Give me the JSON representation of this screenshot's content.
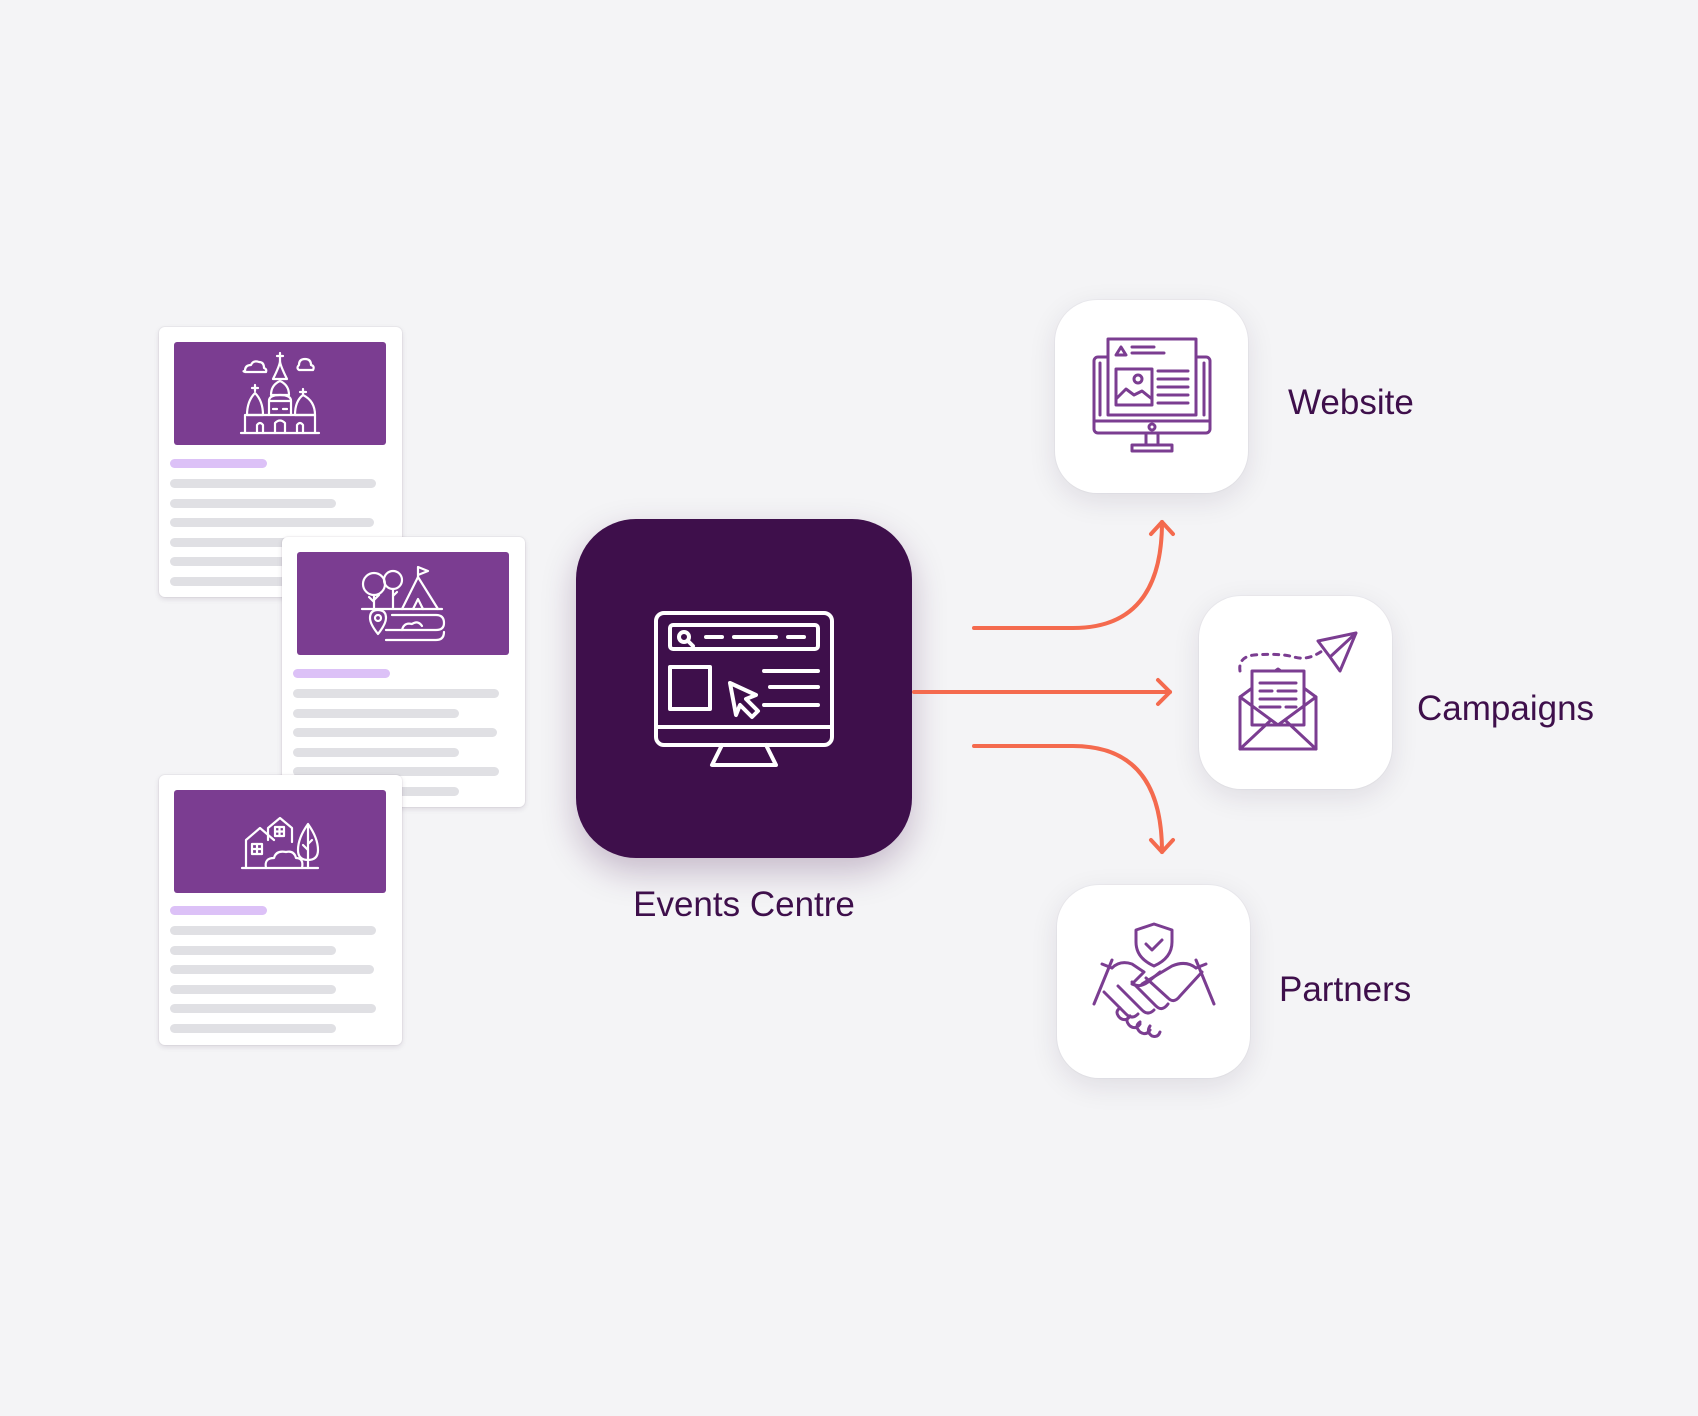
{
  "diagram": {
    "hub": {
      "label": "Events Centre",
      "icon": "monitor-browser-icon"
    },
    "sources": [
      {
        "icon": "cathedral-landmark-icon"
      },
      {
        "icon": "park-map-icon"
      },
      {
        "icon": "houses-trees-icon"
      }
    ],
    "outputs": [
      {
        "label": "Website",
        "icon": "website-monitor-icon"
      },
      {
        "label": "Campaigns",
        "icon": "email-campaign-icon"
      },
      {
        "label": "Partners",
        "icon": "handshake-shield-icon"
      }
    ],
    "colors": {
      "background": "#f4f4f6",
      "hub": "#3e0f4b",
      "card_banner": "#7b3d91",
      "accent_line": "#dcc1f7",
      "placeholder_line": "#e0e0e4",
      "arrow": "#f46a4e",
      "icon_stroke": "#7b3d91",
      "text": "#3e0f4b"
    }
  }
}
